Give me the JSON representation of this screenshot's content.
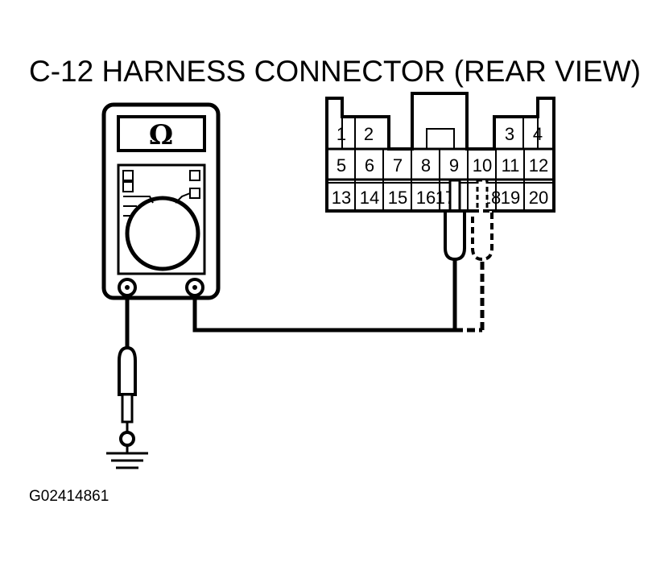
{
  "title": "C-12 HARNESS CONNECTOR (REAR VIEW)",
  "figure_id": "G02414861",
  "meter": {
    "display_symbol": "Ω"
  },
  "connector": {
    "row1": [
      "1",
      "2",
      "3",
      "4"
    ],
    "row2": [
      "5",
      "6",
      "7",
      "8",
      "9",
      "10",
      "11",
      "12"
    ],
    "row3": [
      "13",
      "14",
      "15",
      "16",
      "17",
      "18",
      "19",
      "20"
    ]
  },
  "icons": [
    "ohmmeter-icon",
    "ground-symbol-icon",
    "probe-icon"
  ]
}
